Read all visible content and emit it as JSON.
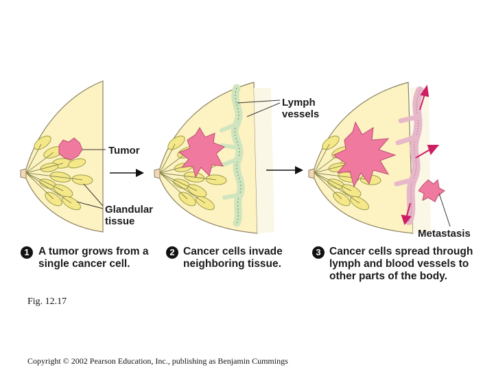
{
  "labels": {
    "tumor": "Tumor",
    "glandular": "Glandular\ntissue",
    "lymph": "Lymph\nvessels",
    "metastasis": "Metastasis"
  },
  "steps": [
    {
      "number": "1",
      "text": "A tumor grows from a\nsingle cancer cell."
    },
    {
      "number": "2",
      "text": "Cancer cells invade\nneighboring tissue."
    },
    {
      "number": "3",
      "text": "Cancer cells spread through\nlymph and blood vessels to\nother parts of the body."
    }
  ],
  "figure_label": "Fig. 12.17",
  "copyright": "Copyright © 2002 Pearson Education, Inc., publishing as Benjamin Cummings",
  "colors": {
    "tissue": "#fdf2c2",
    "gland": "#f4e889",
    "tumor": "#f0799f",
    "lymph": "#cfe5bf",
    "blood": "#e7b8c9",
    "arrow": "#cc1f63"
  }
}
